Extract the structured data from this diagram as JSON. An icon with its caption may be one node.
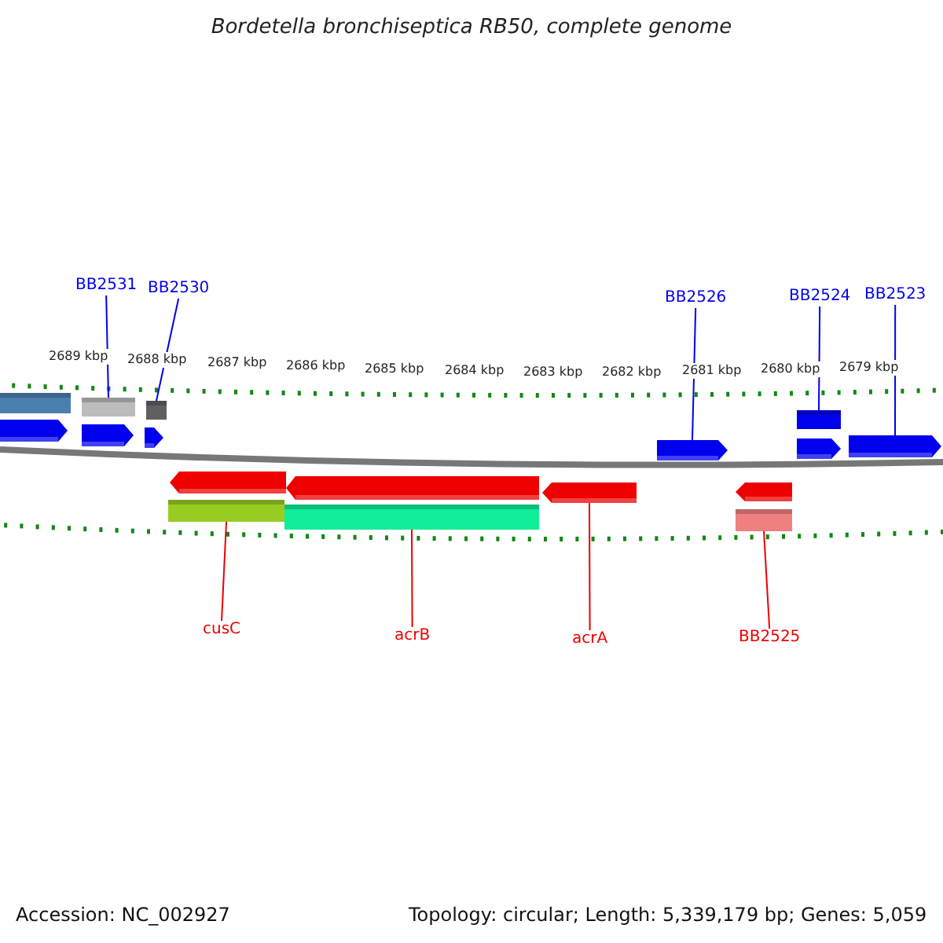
{
  "diagram": {
    "title": "Bordetella bronchiseptica RB50, complete genome",
    "nodes": [
      {
        "text": [
          "BB2531"
        ]
      },
      {
        "text": [
          "BB2530"
        ]
      },
      {
        "text": [
          "BB2526"
        ]
      },
      {
        "text": [
          "BB2524"
        ]
      },
      {
        "text": [
          "BB2523"
        ]
      },
      {
        "text": [
          "cusC"
        ]
      },
      {
        "text": [
          "acrB"
        ]
      },
      {
        "text": [
          "acrA"
        ]
      },
      {
        "text": [
          "BB2525"
        ]
      },
      {
        "text": [],
        "shape": "bar"
      },
      {
        "text": [],
        "shape": "bar"
      },
      {
        "text": [],
        "shape": "bar"
      },
      {
        "text": [],
        "shape": "bar"
      },
      {
        "text": [],
        "shape": "arrow"
      },
      {
        "text": [],
        "shape": "arrow"
      },
      {
        "text": [],
        "shape": "arrow"
      },
      {
        "text": [],
        "shape": "arrow"
      },
      {
        "text": [],
        "shape": "arrow"
      },
      {
        "text": [],
        "shape": "arrow"
      },
      {
        "text": [],
        "shape": "arrow"
      },
      {
        "text": [],
        "shape": "arrow"
      },
      {
        "text": [],
        "shape": "arrow"
      },
      {
        "text": [],
        "shape": "arrow"
      },
      {
        "text": [],
        "shape": "bar"
      },
      {
        "text": [],
        "shape": "bar"
      },
      {
        "text": [],
        "shape": "bar"
      }
    ],
    "edges": [
      {
        "from": 0,
        "to": 10,
        "arrow": "none"
      },
      {
        "from": 1,
        "to": 11,
        "arrow": "none"
      },
      {
        "from": 2,
        "to": 16,
        "arrow": "none"
      },
      {
        "from": 3,
        "to": 12,
        "arrow": "none"
      },
      {
        "from": 4,
        "to": 18,
        "arrow": "none"
      },
      {
        "from": 5,
        "to": 23,
        "arrow": "none",
        "color": "#ee0000"
      },
      {
        "from": 6,
        "to": 24,
        "arrow": "none",
        "color": "#ee0000"
      },
      {
        "from": 7,
        "to": 21,
        "arrow": "none",
        "color": "#ee0000"
      },
      {
        "from": 8,
        "to": 25,
        "arrow": "none",
        "color": "#ee0000"
      }
    ],
    "labels": [
      "2689 kbp",
      "2688 kbp",
      "2687 kbp",
      "2686 kbp",
      "2685 kbp",
      "2684 kbp",
      "2683 kbp",
      "2682 kbp",
      "2681 kbp",
      "2680 kbp",
      "2679 kbp",
      "Accession: NC_002927",
      "Topology: circular; Length: 5,339,179 bp; Genes: 5,059"
    ]
  }
}
